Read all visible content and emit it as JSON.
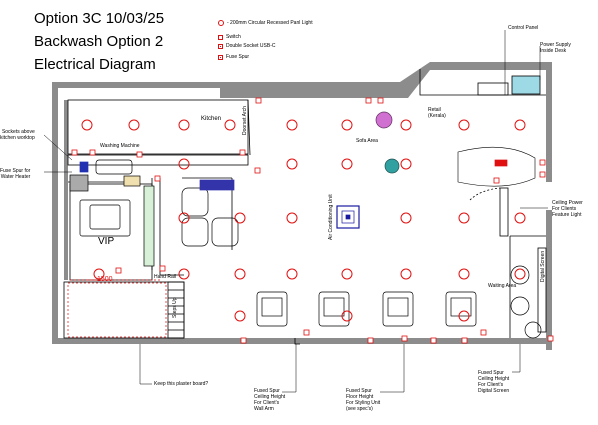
{
  "title": {
    "line1": "Option 3C 10/03/25",
    "line2": "Backwash Option 2",
    "line3": "Electrical Diagram"
  },
  "legend": {
    "light": "- 200mm Circular Recessed Panl Light",
    "switch": "Switch",
    "socket": "Double Socket USB-C",
    "fuse": "Fuse Spur"
  },
  "labels": {
    "control_panel": "Control Panel",
    "power_supply": "Power Supply\nInside Desk",
    "sockets_above": "Sockets above\nkitchen worktop",
    "fuse_water": "Fuse Spur for\nWater Heater",
    "washing_machine": "Washing Machine",
    "kitchen": "Kitchen",
    "doorset_arch": "Doorset Arch",
    "retail": "Retail\n(Kerala)",
    "sofa_area": "Sofa Area",
    "air_con": "Air Conditioning Unit",
    "ceiling_power": "Ceiling Power\nFor Clients\nFeature Light",
    "digital_screen": "Digital Screen",
    "waiting_area": "Waiting Area",
    "vip": "VIP",
    "dim": "1500",
    "hand_rail": "Hand Rail",
    "steps_up": "Steps Up",
    "keep_plaster": "Keep this plaster board?",
    "fused_wall_arm": "Fused Spur\nCeiling Height\nFor Client's\nWall Arm",
    "fused_styling": "Fused Spur\nFloor Height\nFor Styling Unit\n(see spec's)",
    "fused_digital": "Fused Spur\nCeiling Height\nFor Client's\nDigital Screen"
  },
  "colors": {
    "wall": "#8c8c8c",
    "electrical": "#e01010",
    "line": "#000000"
  }
}
